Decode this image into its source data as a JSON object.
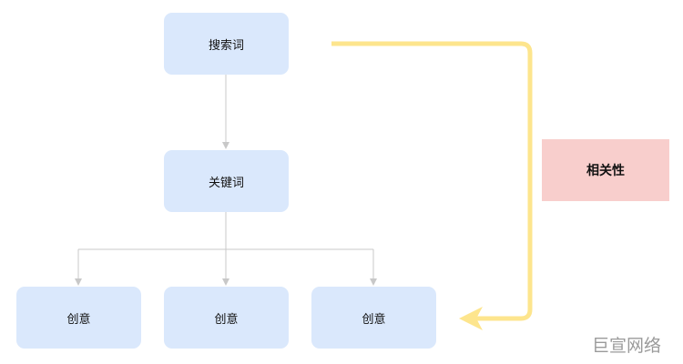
{
  "nodes": {
    "search_term": "搜索词",
    "keyword": "关键词",
    "creatives": [
      "创意",
      "创意",
      "创意"
    ]
  },
  "relevance_label": "相关性",
  "watermark": "巨宣网络",
  "colors": {
    "node_fill": "#dae8fc",
    "relevance_fill": "#f8cecc",
    "connector": "#c8c8c8",
    "relevance_arrow": "#fde58d",
    "watermark_text": "#9a9a9a"
  }
}
